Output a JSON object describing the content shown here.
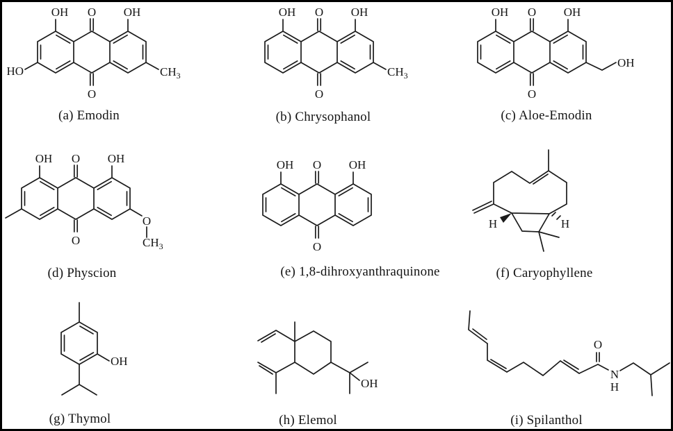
{
  "figure": {
    "background": "#ffffff",
    "border_color": "#000000",
    "ink_color": "#1b1b1b",
    "structures": [
      {
        "key": "a",
        "caption": "(a) Emodin",
        "labels": {
          "oh_left": "OH",
          "o_top": "O",
          "oh_right": "OH",
          "o_bottom": "O",
          "ho_side": "HO",
          "ch": "CH",
          "ch_sub": "3"
        }
      },
      {
        "key": "b",
        "caption": "(b) Chrysophanol",
        "labels": {
          "oh_left": "OH",
          "o_top": "O",
          "oh_right": "OH",
          "o_bottom": "O",
          "ch": "CH",
          "ch_sub": "3"
        }
      },
      {
        "key": "c",
        "caption": "(c) Aloe-Emodin",
        "labels": {
          "oh_left": "OH",
          "o_top": "O",
          "oh_right": "OH",
          "o_bottom": "O",
          "oh_side": "OH"
        }
      },
      {
        "key": "d",
        "caption": "(d) Physcion",
        "labels": {
          "oh_left": "OH",
          "o_top": "O",
          "oh_right": "OH",
          "o_bottom": "O",
          "o_ether": "O",
          "ch": "CH",
          "ch_sub": "3"
        }
      },
      {
        "key": "e",
        "caption": "(e) 1,8-dihroxyanthraquinone",
        "labels": {
          "oh_left": "OH",
          "o_top": "O",
          "oh_right": "OH",
          "o_bottom": "O"
        }
      },
      {
        "key": "f",
        "caption": "(f) Caryophyllene",
        "labels": {
          "h_left": "H",
          "h_right": "H"
        }
      },
      {
        "key": "g",
        "caption": "(g) Thymol",
        "labels": {
          "oh": "OH"
        }
      },
      {
        "key": "h",
        "caption": "(h) Elemol",
        "labels": {
          "oh": "OH"
        }
      },
      {
        "key": "i",
        "caption": "(i) Spilanthol",
        "labels": {
          "o": "O",
          "n": "N",
          "h": "H"
        }
      }
    ]
  }
}
